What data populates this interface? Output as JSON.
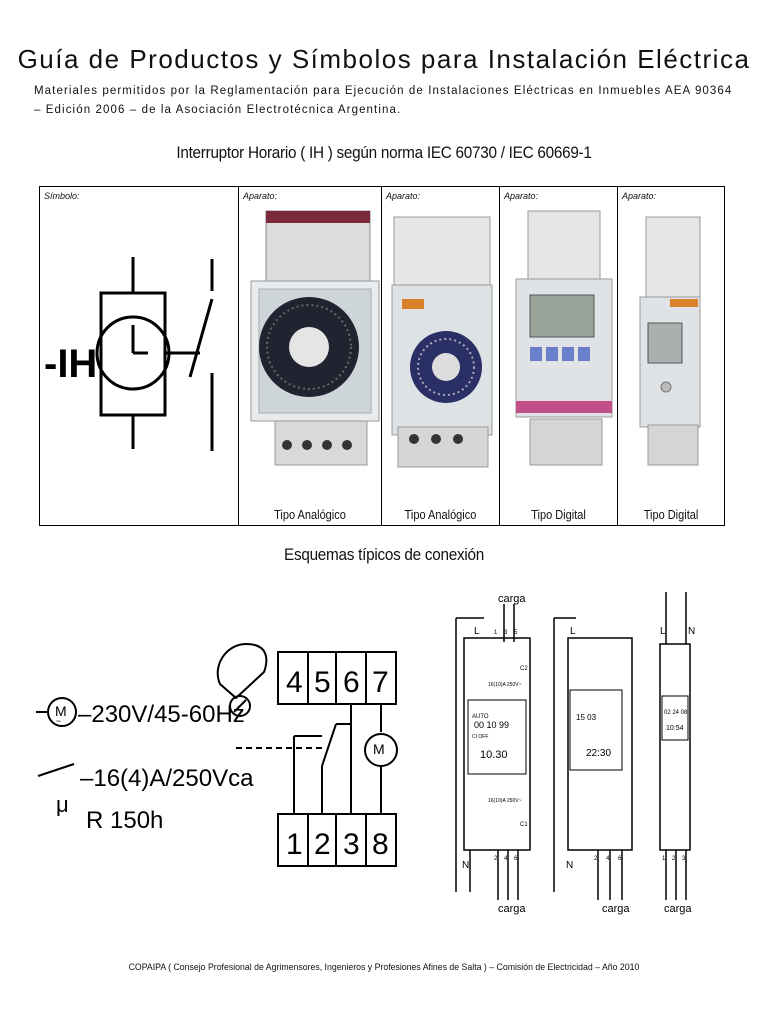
{
  "header": {
    "title": "Guía de Productos y Símbolos para Instalación Eléctrica",
    "subtitle": "Materiales permitidos por la Reglamentación para Ejecución de Instalaciones Eléctricas en Inmuebles AEA 90364 – Edición 2006 – de la Asociación Electrotécnica Argentina."
  },
  "section1": {
    "title": "Interruptor Horario ( IH ) según norma IEC 60730 / IEC 60669-1",
    "symbol_label": "Símbolo:",
    "symbol_text": "-IH",
    "devices": [
      {
        "label": "Aparato:",
        "type": "Tipo Analógico"
      },
      {
        "label": "Aparato:",
        "type": "Tipo Analógico"
      },
      {
        "label": "Aparato:",
        "type": "Tipo Digital"
      },
      {
        "label": "Aparato:",
        "type": "Tipo Digital"
      }
    ]
  },
  "section2": {
    "title": "Esquemas típicos de conexión",
    "spec_voltage": "–230V/45-60Hz",
    "spec_current": "–16(4)A/250Vca",
    "spec_mu": "μ",
    "spec_reserve": "R 150h",
    "terminals_top": [
      "4",
      "5",
      "6",
      "7"
    ],
    "terminals_bottom": [
      "1",
      "2",
      "3",
      "8"
    ],
    "load_label": "carga",
    "wire_L": "L",
    "wire_N": "N",
    "d1_rating": "16(10)A 250V~",
    "d1_display": [
      "AUTO",
      "00 10 99",
      "CI OFF",
      "10.30"
    ],
    "d1_terminals_top": [
      "1",
      "3",
      "5"
    ],
    "d1_terminals_bottom": [
      "2",
      "4",
      "6"
    ],
    "d1_c2": "C2",
    "d1_c1": "C1",
    "d2_display": [
      "15 03",
      "22:30"
    ],
    "d2_terminals_bottom": [
      "2",
      "4",
      "6"
    ],
    "d3_display": [
      "02 24 08",
      "10:54"
    ],
    "d3_terminals_bottom": [
      "1",
      "2",
      "3"
    ]
  },
  "footer": {
    "text": "COPAIPA ( Consejo Profesional de Agrimensores, Ingenieros y Profesiones Afines de Salta ) – Comisión de Electricidad – Año 2010"
  }
}
